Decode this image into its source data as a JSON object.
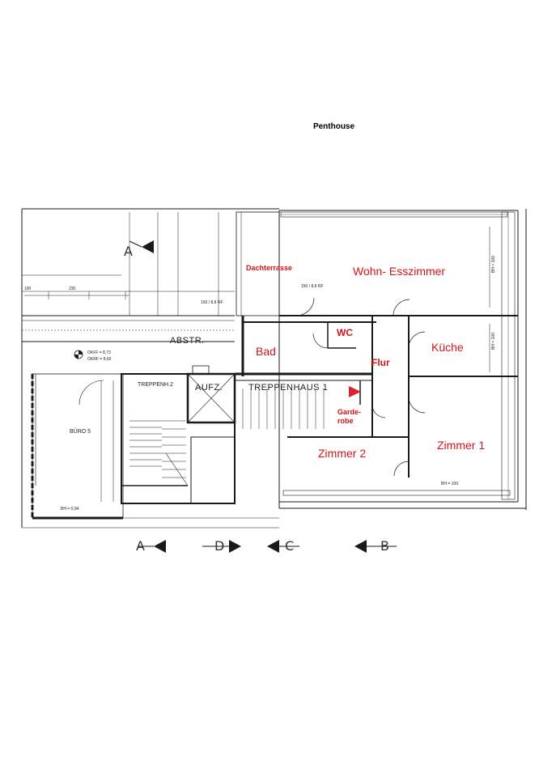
{
  "page_title": "Penthouse",
  "rooms": {
    "wohn_esszimmer": "Wohn- Esszimmer",
    "dachterrasse": "Dachterrasse",
    "wc": "WC",
    "bad": "Bad",
    "kueche": "Küche",
    "flur": "Flur",
    "garderobe": "Garde-\nrobe",
    "zimmer_2": "Zimmer 2",
    "zimmer_1": "Zimmer 1"
  },
  "drawing_labels": {
    "abstr": "ABSTR.",
    "aufz": "AUFZ.",
    "treppenhaus_1": "TREPPENHAUS 1",
    "treppenhaus_2": "TREPPENH.2",
    "buero": "BÜRO 5",
    "dim_100": "100",
    "dim_230": "230",
    "brh_094": "BH = 0,94",
    "brh_100": "BH = 100",
    "brh_100_b": "BH = 100",
    "brh_100_c": "BH = 100",
    "okff_1": "OKFF = 8,73",
    "okff_2": "OKRF = 8,69",
    "dims_150a": "150 / 8,8 RF",
    "dims_150b": "150 / 8,8 RF"
  },
  "section_markers": {
    "a_left": "A",
    "a_right": "A",
    "c": "C",
    "d": "D",
    "b": "B"
  },
  "colors": {
    "room_label": "#d0141b",
    "linework": "#1a1a1a",
    "entry_marker": "#e0202a"
  },
  "icons": [
    "entry-arrow-icon",
    "section-marker-icon",
    "elevation-symbol-icon"
  ]
}
